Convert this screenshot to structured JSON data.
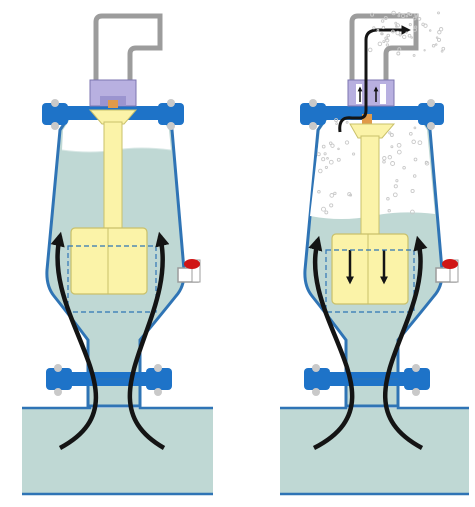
{
  "figure": {
    "panels": [
      {
        "id": "left",
        "state": "float-raised-valve-closed"
      },
      {
        "id": "right",
        "state": "float-lowered-valve-open"
      }
    ]
  },
  "colors": {
    "water": "#bfd8d4",
    "air": "#ffffff",
    "outline": "#2f74b5",
    "float": "#fbf3a8",
    "float_stroke": "#c9c06a",
    "pipe": "#9c9c9c",
    "flange": "#1e73c8",
    "bolt": "#c9c9c9",
    "valve_head": "#b8b0e0",
    "red_handle": "#d01515",
    "arrow": "#141414",
    "bubble": "#c9c9c9"
  }
}
